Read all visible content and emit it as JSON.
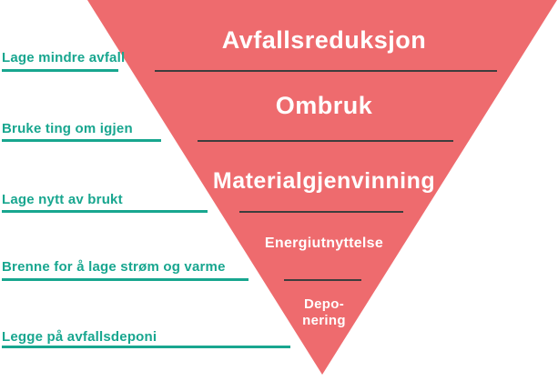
{
  "diagram": {
    "type": "inverted-pyramid",
    "subject": "waste-hierarchy",
    "levels": [
      {
        "label": "Avfallsreduksjon",
        "annotation": "Lage mindre avfall"
      },
      {
        "label": "Ombruk",
        "annotation": "Bruke ting om igjen"
      },
      {
        "label": "Materialgjenvinning",
        "annotation": "Lage nytt av brukt"
      },
      {
        "label": "Energiutnyttelse",
        "annotation": "Brenne for å lage strøm og varme"
      },
      {
        "label": "Depo-",
        "label_line2": "nering",
        "annotation": "Legge på avfallsdeponi"
      }
    ],
    "colors": {
      "pyramid_fill": "#ee6b6e",
      "level_text": "#ffffff",
      "separator_line": "#3d3d3d",
      "annotation_accent": "#18a68f",
      "background": "#ffffff"
    }
  }
}
